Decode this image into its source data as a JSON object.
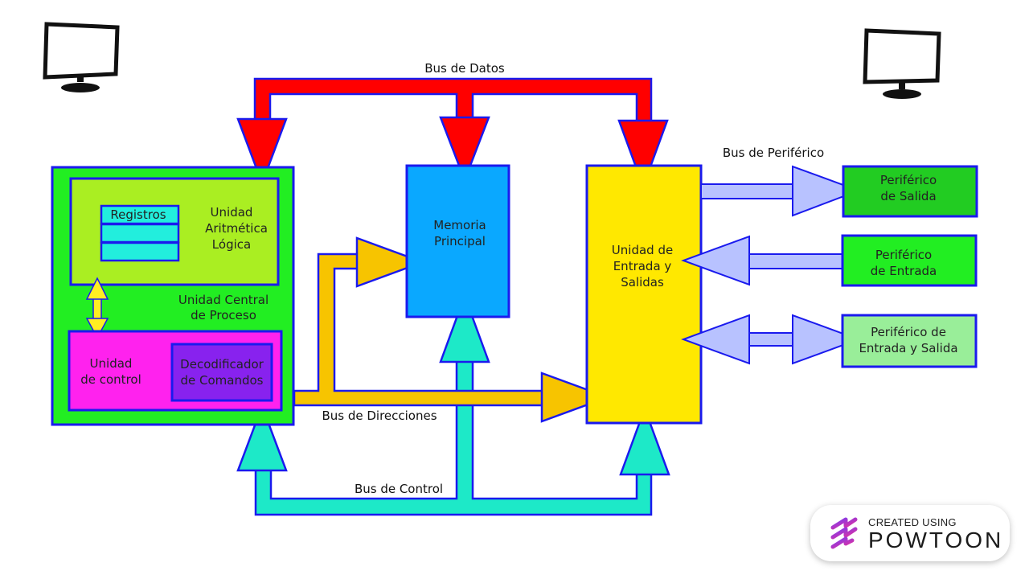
{
  "labels": {
    "bus_datos": "Bus de Datos",
    "bus_periferico": "Bus de Periférico",
    "bus_direcciones": "Bus de Direcciones",
    "bus_control": "Bus de Control"
  },
  "cpu": {
    "alu_line1": "Unidad",
    "alu_line2": "Aritmética",
    "alu_line3": "Lógica",
    "registros": "Registros",
    "ucp_line1": "Unidad Central",
    "ucp_line2": "de Proceso",
    "uc_line1": "Unidad",
    "uc_line2": "de control",
    "deco_line1": "Decodificador",
    "deco_line2": "de Comandos"
  },
  "memoria": {
    "line1": "Memoria",
    "line2": "Principal"
  },
  "io": {
    "line1": "Unidad de",
    "line2": "Entrada y",
    "line3": "Salidas"
  },
  "perifericos": {
    "salida_line1": "Periférico",
    "salida_line2": "de Salida",
    "entrada_line1": "Periférico",
    "entrada_line2": "de Entrada",
    "es_line1": "Periférico  de",
    "es_line2": "Entrada y Salida"
  },
  "badge": {
    "top": "CREATED USING",
    "brand": "POWTOON"
  },
  "colors": {
    "data_bus": "#ff0000",
    "address_bus": "#f7c400",
    "control_bus": "#1de9c8",
    "peripheral_bus": "#b8c2ff",
    "cpu": "#22ee22",
    "alu": "#aaee22",
    "control_unit": "#ff22ee",
    "decoder": "#8822ee",
    "memory": "#0aa8ff",
    "io_unit": "#ffe800",
    "border": "#1a1aee"
  }
}
